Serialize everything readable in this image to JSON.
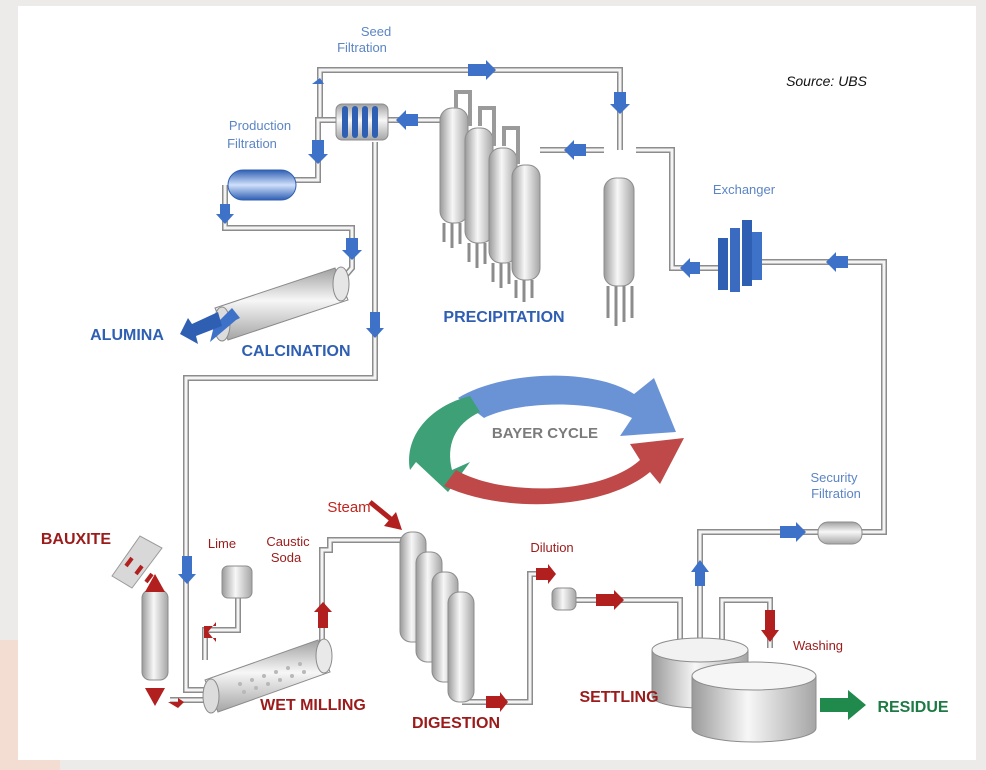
{
  "source": "Source: UBS",
  "labels": {
    "seed_filtration": [
      "Seed",
      "Filtration"
    ],
    "production_filtration": [
      "Production",
      "Filtration"
    ],
    "exchanger": "Exchanger",
    "precipitation": "PRECIPITATION",
    "alumina": "ALUMINA",
    "calcination": "CALCINATION",
    "bayer_cycle": "BAYER CYCLE",
    "security_filtration": [
      "Security",
      "Filtration"
    ],
    "steam": "Steam",
    "bauxite": "BAUXITE",
    "lime": "Lime",
    "caustic_soda": [
      "Caustic",
      "Soda"
    ],
    "dilution": "Dilution",
    "washing": "Washing",
    "wet_milling": "WET MILLING",
    "digestion": "DIGESTION",
    "settling": "SETTLING",
    "residue": "RESIDUE"
  },
  "colors": {
    "blue_flow": "#3e72c8",
    "red_flow": "#b21f1f",
    "green_flow": "#1f8a4c",
    "pipe": "#8c8c8c",
    "cycle_blue": "#6a93d6",
    "cycle_green": "#3da077",
    "cycle_red": "#bf4848"
  }
}
